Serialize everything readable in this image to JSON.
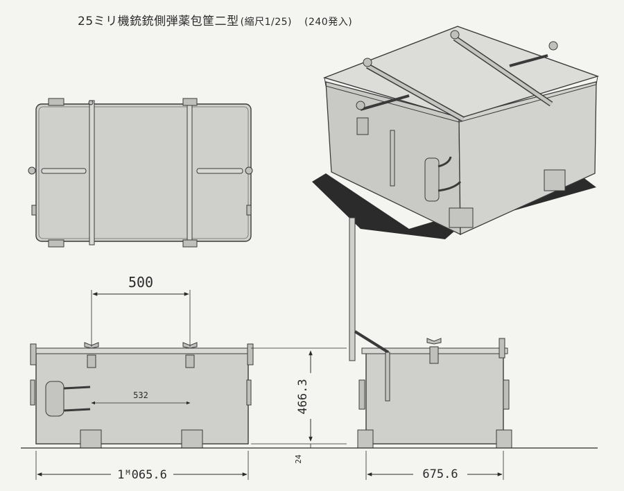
{
  "title": {
    "main": "25ミリ機銃銃側弾薬包筐二型",
    "scale": "(縮尺1/25)",
    "capacity": "(240発入)"
  },
  "dimensions": {
    "strap_spacing": "500",
    "handle_spacing": "532",
    "length": "1ᴹ065.6",
    "height": "466.3",
    "foot_height": "24",
    "width": "675.6"
  },
  "colors": {
    "box_fill": "#cfd0cb",
    "line": "#3a3a3a",
    "shadow": "#2b2b2b",
    "background": "#f4f4f1"
  }
}
